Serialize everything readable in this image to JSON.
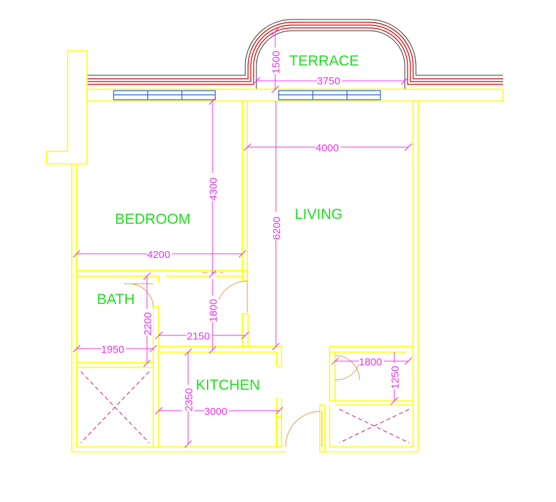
{
  "rooms": {
    "terrace": "TERRACE",
    "bedroom": "BEDROOM",
    "living": "LIVING",
    "bath": "BATH",
    "kitchen": "KITCHEN"
  },
  "dimensions": {
    "terrace_depth": "1500",
    "terrace_width": "3750",
    "living_width": "4000",
    "bedroom_depth": "4300",
    "living_depth": "6200",
    "bedroom_width": "4200",
    "hall_depth": "1800",
    "bath_depth": "2200",
    "hall_width": "2150",
    "bath_width": "1950",
    "kitchen_depth": "2350",
    "kitchen_width": "3000",
    "store_width": "1800",
    "store_depth": "1250"
  },
  "colors": {
    "walls": "#ffff00",
    "terrace_rail": "#cc0000",
    "windows": "#1e64c8",
    "dimensions": "#ee33ee",
    "room_labels": "#22dd22",
    "doors": "#e69a50"
  }
}
